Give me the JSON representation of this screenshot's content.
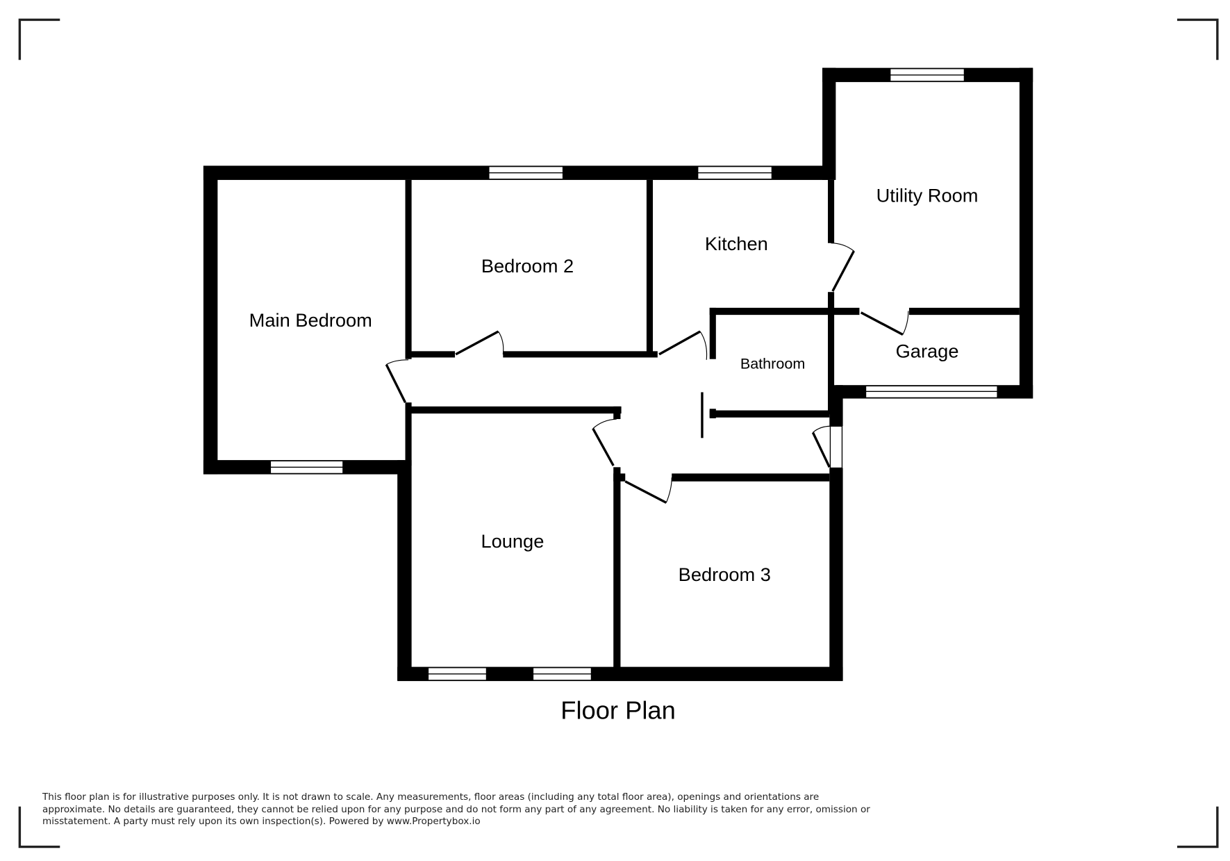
{
  "title": "Floor Plan",
  "rooms": {
    "main_bedroom": "Main Bedroom",
    "bedroom_2": "Bedroom 2",
    "kitchen": "Kitchen",
    "utility_room": "Utility Room",
    "bathroom": "Bathroom",
    "garage": "Garage",
    "lounge": "Lounge",
    "bedroom_3": "Bedroom 3"
  },
  "disclaimer": "This floor plan is for illustrative purposes only. It is not drawn to scale. Any measurements, floor areas (including any total floor area), openings and orientations are approximate. No details are guaranteed, they cannot be relied upon for any purpose and do not form any part of any agreement. No liability is taken for any error, omission or misstatement. A party must rely upon its own inspection(s). Powered by www.Propertybox.io"
}
